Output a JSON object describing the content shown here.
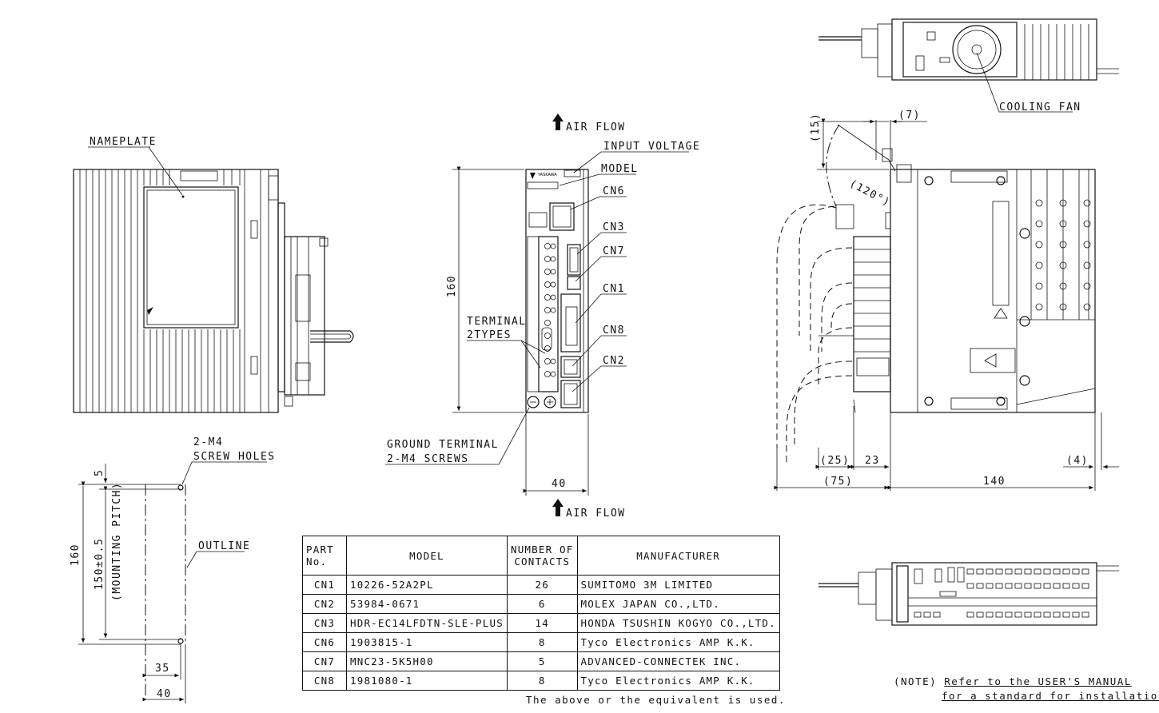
{
  "labels": {
    "nameplate": "NAMEPLATE",
    "air_flow_top": "AIR FLOW",
    "air_flow_bottom": "AIR FLOW",
    "input_voltage": "INPUT VOLTAGE",
    "model": "MODEL",
    "cn6": "CN6",
    "cn3": "CN3",
    "cn7": "CN7",
    "cn1": "CN1",
    "cn8": "CN8",
    "cn2": "CN2",
    "terminal_line1": "TERMINAL",
    "terminal_line2": "2TYPES",
    "ground_line1": "GROUND TERMINAL",
    "ground_line2": "2-M4 SCREWS",
    "screw_line1": "2-M4",
    "screw_line2": "SCREW HOLES",
    "outline": "OUTLINE",
    "cooling_fan": "COOLING FAN",
    "angle": "(120°)"
  },
  "dimensions": {
    "front_height": "160",
    "front_width": "40",
    "side_depth": "140",
    "cable_clearance": "(75)",
    "d25": "(25)",
    "d23": "23",
    "d4": "(4)",
    "d7": "(7)",
    "d15": "(15)",
    "mount_height": "160",
    "mount_pitch": "150±0.5",
    "mount_pitch_note": "(MOUNTING PITCH)",
    "mount_top": "5",
    "mount_35": "35",
    "mount_40": "40"
  },
  "table": {
    "headers": {
      "part_line1": "PART",
      "part_line2": "No.",
      "model": "MODEL",
      "contacts_line1": "NUMBER OF",
      "contacts_line2": "CONTACTS",
      "manufacturer": "MANUFACTURER"
    },
    "rows": [
      {
        "part": "CN1",
        "model": "10226-52A2PL",
        "contacts": "26",
        "maker": "SUMITOMO 3M LIMITED"
      },
      {
        "part": "CN2",
        "model": "53984-0671",
        "contacts": "6",
        "maker": "MOLEX JAPAN CO.,LTD."
      },
      {
        "part": "CN3",
        "model": "HDR-EC14LFDTN-SLE-PLUS",
        "contacts": "14",
        "maker": "HONDA TSUSHIN KOGYO CO.,LTD."
      },
      {
        "part": "CN6",
        "model": "1903815-1",
        "contacts": "8",
        "maker": "Tyco Electronics AMP K.K."
      },
      {
        "part": "CN7",
        "model": "MNC23-5K5H00",
        "contacts": "5",
        "maker": "ADVANCED-CONNECTEK INC."
      },
      {
        "part": "CN8",
        "model": "1981080-1",
        "contacts": "8",
        "maker": "Tyco Electronics AMP K.K."
      }
    ],
    "footnote": "The above or the equivalent is used."
  },
  "note": {
    "prefix": "(NOTE)",
    "line1": "Refer to the USER'S MANUAL",
    "line2": "for a standard for installation."
  },
  "brand": {
    "logo_text": "YASKAWA"
  }
}
